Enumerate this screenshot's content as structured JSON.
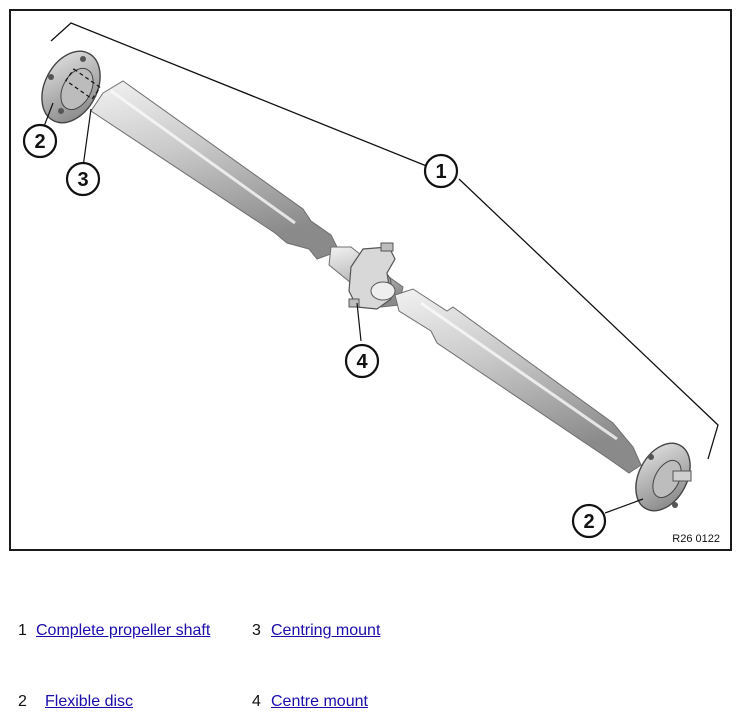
{
  "figure": {
    "reference_code": "R26 0122",
    "callouts": [
      "1",
      "2",
      "3",
      "4",
      "2"
    ]
  },
  "legend": [
    {
      "number": "1",
      "label": "Complete propeller shaft"
    },
    {
      "number": "3",
      "label": "Centring mount"
    },
    {
      "number": "2",
      "label": "Flexible disc"
    },
    {
      "number": "4",
      "label": "Centre mount"
    }
  ],
  "colors": {
    "link": "#1a0dab",
    "border": "#1a1a1a"
  }
}
